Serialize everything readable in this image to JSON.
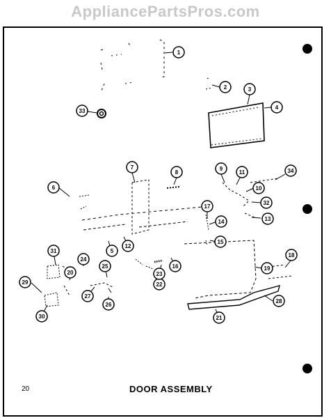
{
  "watermark": "AppliancePartsPros.com",
  "page_number": "20",
  "title": "DOOR ASSEMBLY",
  "callouts": [
    "1",
    "2",
    "3",
    "4",
    "5",
    "6",
    "7",
    "8",
    "9",
    "10",
    "11",
    "12",
    "13",
    "14",
    "15",
    "16",
    "17",
    "18",
    "19",
    "20",
    "21",
    "22",
    "23",
    "24",
    "25",
    "26",
    "27",
    "28",
    "29",
    "30",
    "31",
    "32",
    "33",
    "34"
  ]
}
